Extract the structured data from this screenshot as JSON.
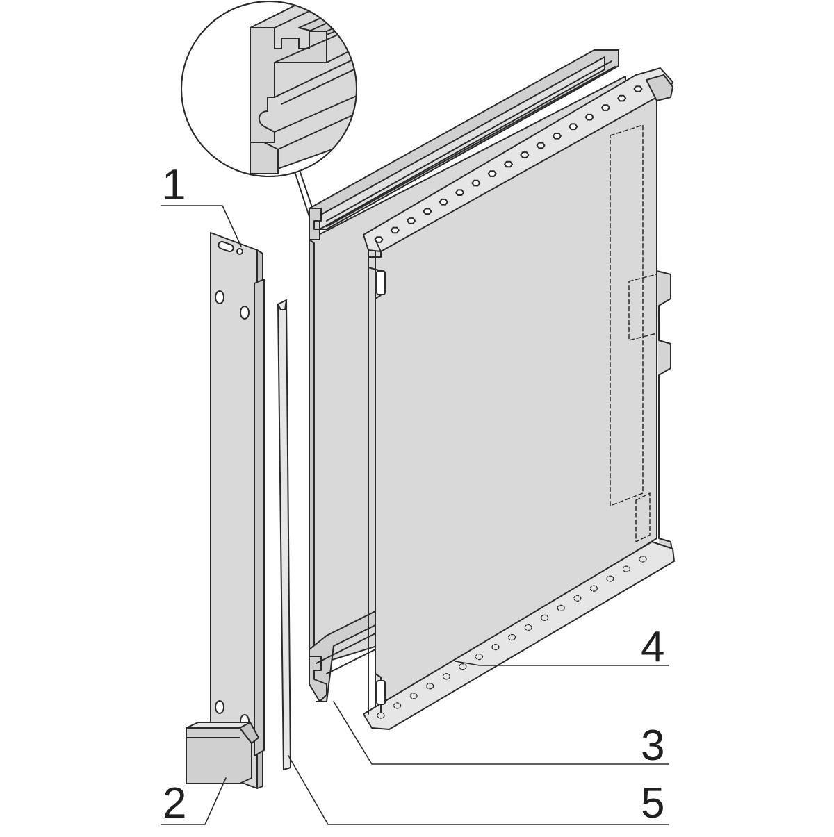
{
  "diagram": {
    "callouts": [
      {
        "id": "1",
        "label": "1"
      },
      {
        "id": "2",
        "label": "2"
      },
      {
        "id": "3",
        "label": "3"
      },
      {
        "id": "4",
        "label": "4"
      },
      {
        "id": "5",
        "label": "5"
      }
    ],
    "colors": {
      "line": "#2a2a2a",
      "panel_fill": "#d9d9d9",
      "panel_fill_dark": "#c4c4c4",
      "background": "#ffffff"
    }
  }
}
